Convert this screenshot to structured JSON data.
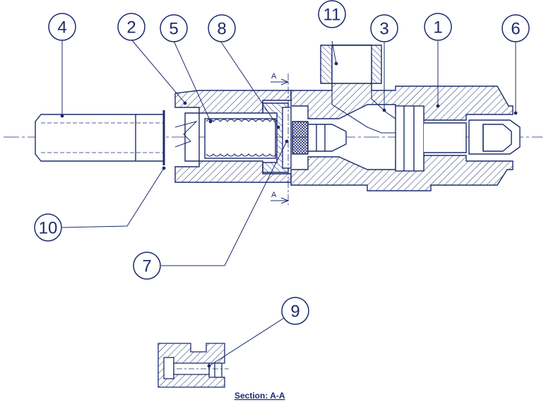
{
  "colors": {
    "ink": "#1c2c6c",
    "background": "#ffffff"
  },
  "callouts": {
    "c1": "1",
    "c2": "2",
    "c3": "3",
    "c4": "4",
    "c5": "5",
    "c6": "6",
    "c7": "7",
    "c8": "8",
    "c9": "9",
    "c10": "10",
    "c11": "11"
  },
  "section": {
    "marker": "A",
    "caption": "Section: A-A"
  }
}
